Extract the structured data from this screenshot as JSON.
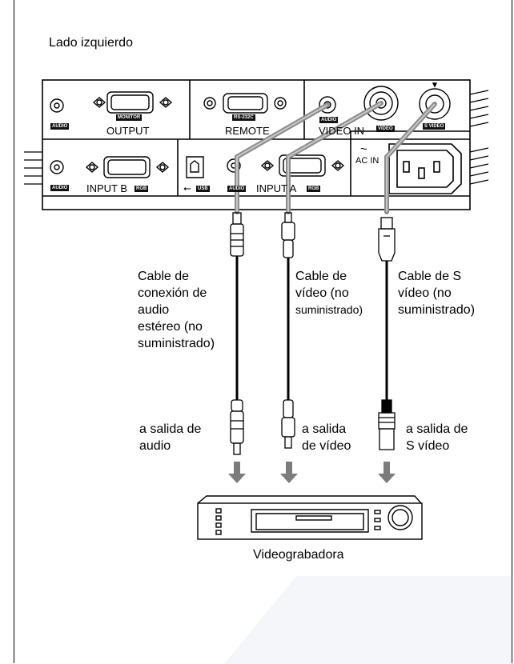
{
  "heading": "Lado izquierdo",
  "panel": {
    "audio_badge": "AUDIO",
    "monitor_badge": "MONITOR",
    "output_label": "OUTPUT",
    "rs232c_badge": "RS-232C",
    "remote_label": "REMOTE",
    "video_in_label": "VIDEO IN",
    "video_badge": "VIDEO",
    "s_video_badge": "S VIDEO",
    "input_b_label": "INPUT B",
    "rgb_badge": "RGB",
    "usb_badge": "USB",
    "input_a_label": "INPUT A",
    "ac_in_tilde": "~",
    "ac_in_label": "AC IN"
  },
  "cables": {
    "audio_cable": [
      "Cable de",
      "conexión de",
      "audio",
      "estéreo (no",
      "suministrado)"
    ],
    "video_cable": [
      "Cable de",
      "vídeo (no",
      "suministrado)"
    ],
    "svideo_cable": [
      "Cable de S",
      "vídeo (no",
      "suministrado)"
    ]
  },
  "outputs": {
    "audio_out": [
      "a salida de",
      "audio"
    ],
    "video_out": [
      "a salida",
      "de vídeo"
    ],
    "svideo_out": [
      "a salida de",
      "S vídeo"
    ]
  },
  "device_label": "Videograbadora",
  "colors": {
    "cable_gray": "#8c8c8c",
    "badge_black": "#111111"
  }
}
